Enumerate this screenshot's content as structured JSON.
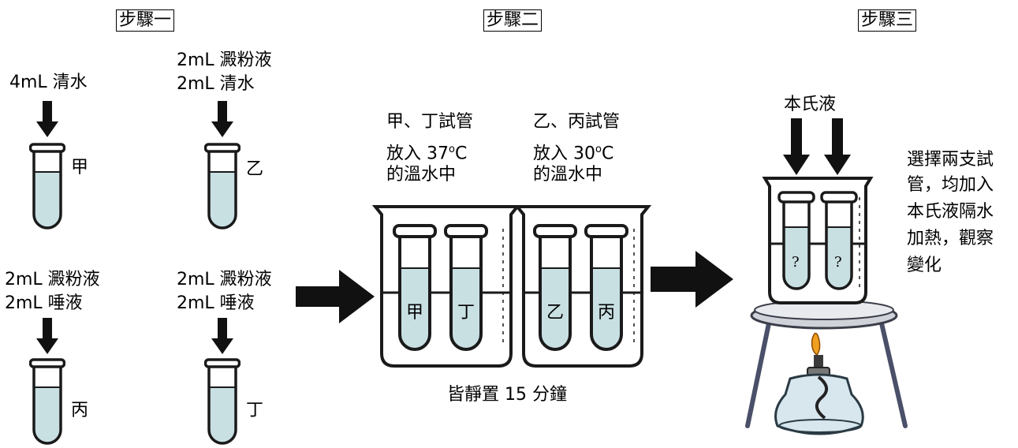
{
  "steps": {
    "step1": "步驟一",
    "step2": "步驟二",
    "step3": "步驟三"
  },
  "step1": {
    "tube_jia": {
      "line1": "4mL 清水",
      "label": "甲"
    },
    "tube_yi": {
      "line1": "2mL 澱粉液",
      "line2": "2mL 清水",
      "label": "乙"
    },
    "tube_bing": {
      "line1": "2mL 澱粉液",
      "line2": "2mL 唾液",
      "label": "丙"
    },
    "tube_ding": {
      "line1": "2mL 澱粉液",
      "line2": "2mL 唾液",
      "label": "丁"
    }
  },
  "step2": {
    "left_note": {
      "line1": "甲、丁試管",
      "line2a": "放入 37",
      "deg": "o",
      "line2b": "C",
      "line3": "的溫水中"
    },
    "right_note": {
      "line1": "乙、丙試管",
      "line2a": "放入 30",
      "deg": "o",
      "line2b": "C",
      "line3": "的溫水中"
    },
    "beaker_left_labels": [
      "甲",
      "丁"
    ],
    "beaker_right_labels": [
      "乙",
      "丙"
    ],
    "caption": "皆靜置 15 分鐘"
  },
  "step3": {
    "reagent": "本氏液",
    "tube_marks": [
      "?",
      "?"
    ],
    "note_lines": [
      "選擇兩支試",
      "管，均加入",
      "本氏液隔水",
      "加熱，觀察",
      "變化"
    ]
  },
  "colors": {
    "liquid": "#c9e0e3",
    "outline": "#1a1a1a",
    "stand": "#4a5068",
    "flame": "#f0a020"
  }
}
